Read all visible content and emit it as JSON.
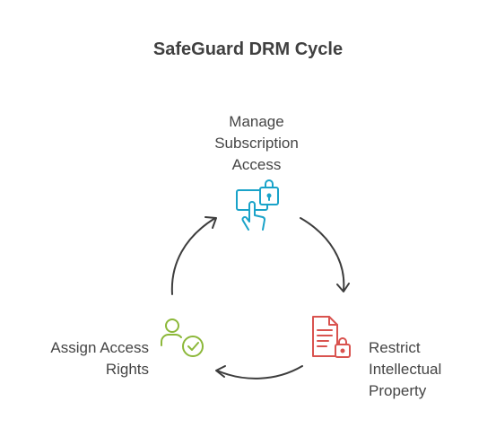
{
  "title": "SafeGuard DRM Cycle",
  "steps": [
    {
      "lines": [
        "Manage",
        "Subscription",
        "Access"
      ],
      "icon": "touch-lock-icon",
      "color": "#1aa3c9"
    },
    {
      "lines": [
        "Restrict",
        "Intellectual",
        "Property"
      ],
      "icon": "document-lock-icon",
      "color": "#d9534f"
    },
    {
      "lines": [
        "Assign Access",
        "Rights"
      ],
      "icon": "user-check-icon",
      "color": "#8cb83a"
    }
  ],
  "arrow_color": "#3d3d3d"
}
